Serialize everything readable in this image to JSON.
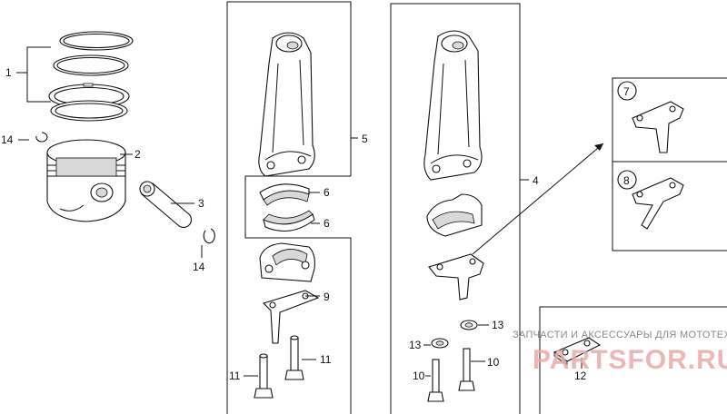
{
  "callouts": {
    "c1": "1",
    "c2": "2",
    "c3": "3",
    "c14a": "14",
    "c14b": "14",
    "c5": "5",
    "c6a": "6",
    "c6b": "6",
    "c9": "9",
    "c11a": "11",
    "c11b": "11",
    "c4": "4",
    "c13a": "13",
    "c13b": "13",
    "c10a": "10",
    "c10b": "10",
    "c12": "12",
    "c7": "7",
    "c8": "8"
  },
  "watermark": {
    "tagline": "ЗАПЧАСТИ И АКСЕССУАРЫ ДЛЯ МОТОТЕХНИКИ",
    "brand": "PARTSFOR.RU"
  },
  "colors": {
    "ink": "#111111",
    "watermark": "#e9aaaa"
  }
}
